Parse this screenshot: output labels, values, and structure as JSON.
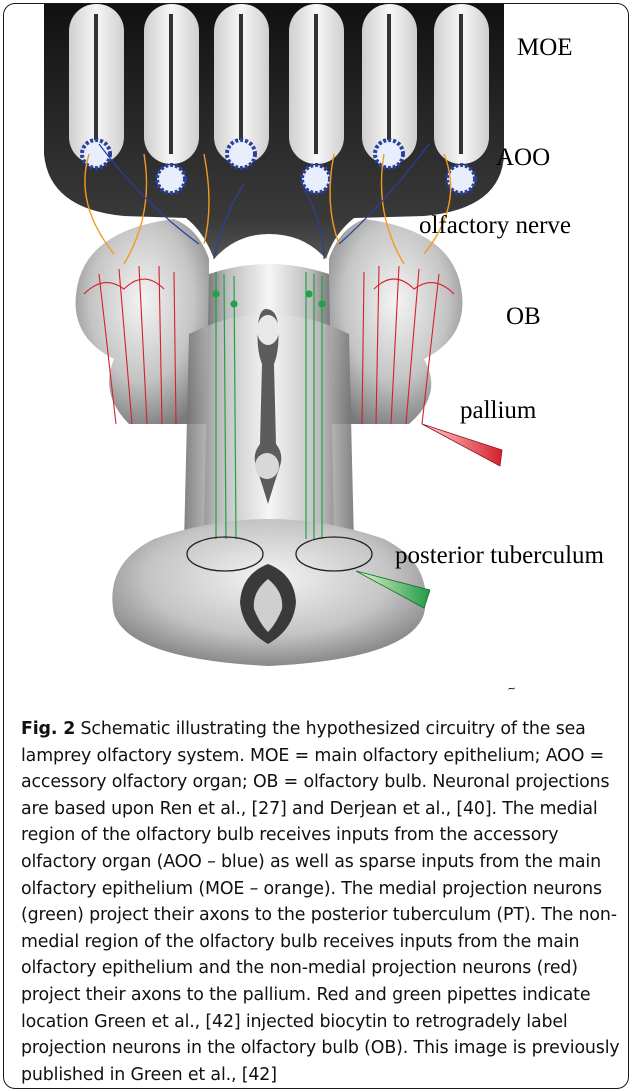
{
  "labels": {
    "moe": "MOE",
    "aoo": "AOO",
    "olfactory_nerve": "olfactory nerve",
    "ob": "OB",
    "pallium": "pallium",
    "posterior_tuberculum": "posterior tuberculum"
  },
  "caption": {
    "label": "Fig. 2",
    "text": "Schematic illustrating the hypothesized circuitry of the sea lamprey olfactory system. MOE = main olfactory epithelium; AOO = accessory olfactory organ; OB = olfactory bulb. Neuronal projections are based upon Ren et al., [27] and Derjean et al., [40]. The medial region of the olfactory bulb receives inputs from the accessory olfactory organ (AOO – blue) as well as sparse inputs from the main olfactory epithelium (MOE – orange). The medial projection neurons (green) project their axons to the posterior tuberculum (PT). The non-medial region of the olfactory bulb receives inputs from the main olfactory epithelium and the non-medial projection neurons (red) project their axons to the pallium. Red and green pipettes indicate location Green et al., [42] injected biocytin to retrogradely label projection neurons in the olfactory bulb (OB). This image is previously published in Green et al., [42]"
  },
  "colors": {
    "moe_axons": "#f39a1e",
    "aoo_axons": "#2b3f9c",
    "medial_neurons": "#1fa34a",
    "non_medial_neurons": "#d6202a",
    "brain_tissue": "#bdbdbd",
    "epithelium_dark": "#262626"
  }
}
